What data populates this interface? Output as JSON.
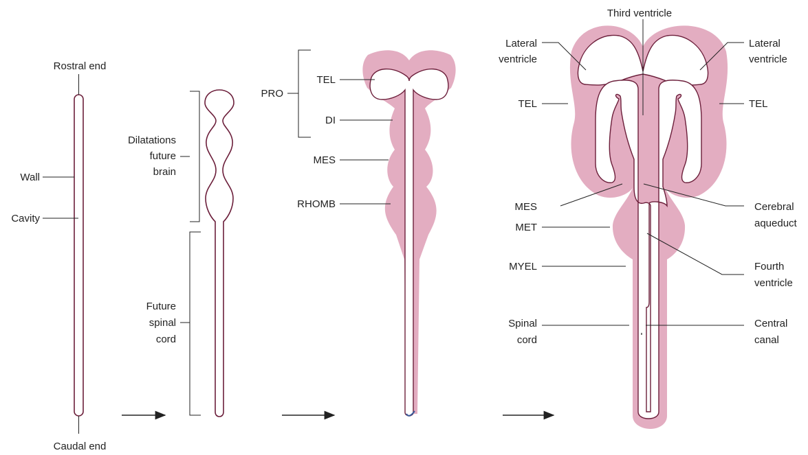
{
  "colors": {
    "tissue": "#e3adc1",
    "outline": "#6b1e3a",
    "line": "#222222"
  },
  "stage1": {
    "rostral": "Rostral end",
    "caudal": "Caudal end",
    "wall": "Wall",
    "cavity": "Cavity"
  },
  "stage2": {
    "dilatations": [
      "Dilatations",
      "future",
      "brain"
    ],
    "spinal": [
      "Future",
      "spinal",
      "cord"
    ]
  },
  "stage3": {
    "pro": "PRO",
    "tel": "TEL",
    "di": "DI",
    "mes": "MES",
    "rhomb": "RHOMB"
  },
  "stage4": {
    "third": "Third ventricle",
    "lateral_left": [
      "Lateral",
      "ventricle"
    ],
    "lateral_right": [
      "Lateral",
      "ventricle"
    ],
    "tel_left": "TEL",
    "tel_right": "TEL",
    "mes": "MES",
    "met": "MET",
    "myel": "MYEL",
    "spinal_cord": [
      "Spinal",
      "cord"
    ],
    "aqueduct": [
      "Cerebral",
      "aqueduct"
    ],
    "fourth": [
      "Fourth",
      "ventricle"
    ],
    "canal": [
      "Central",
      "canal"
    ]
  }
}
